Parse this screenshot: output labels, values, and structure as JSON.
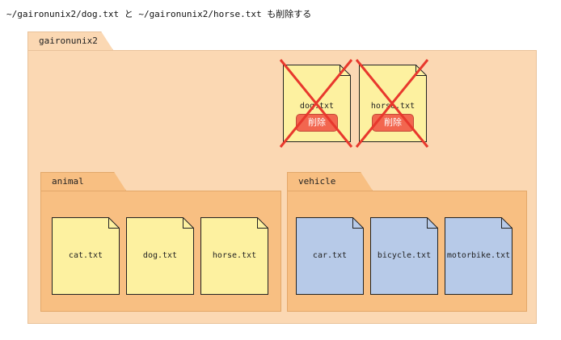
{
  "caption": "~/gaironunix2/dog.txt と ~/gaironunix2/horse.txt も削除する",
  "root": {
    "name": "gaironunix2",
    "deleted_files": [
      {
        "name": "dog.txt",
        "action": "削除"
      },
      {
        "name": "horse.txt",
        "action": "削除"
      }
    ],
    "folders": [
      {
        "name": "animal",
        "files": [
          "cat.txt",
          "dog.txt",
          "horse.txt"
        ]
      },
      {
        "name": "vehicle",
        "files": [
          "car.txt",
          "bicycle.txt",
          "motorbike.txt"
        ]
      }
    ]
  },
  "colors": {
    "yellow_file": "#fdf1a0",
    "blue_file": "#b7cae8",
    "file_stroke": "#222222",
    "cross": "#e8382d",
    "delete_button": "#f2664f"
  }
}
